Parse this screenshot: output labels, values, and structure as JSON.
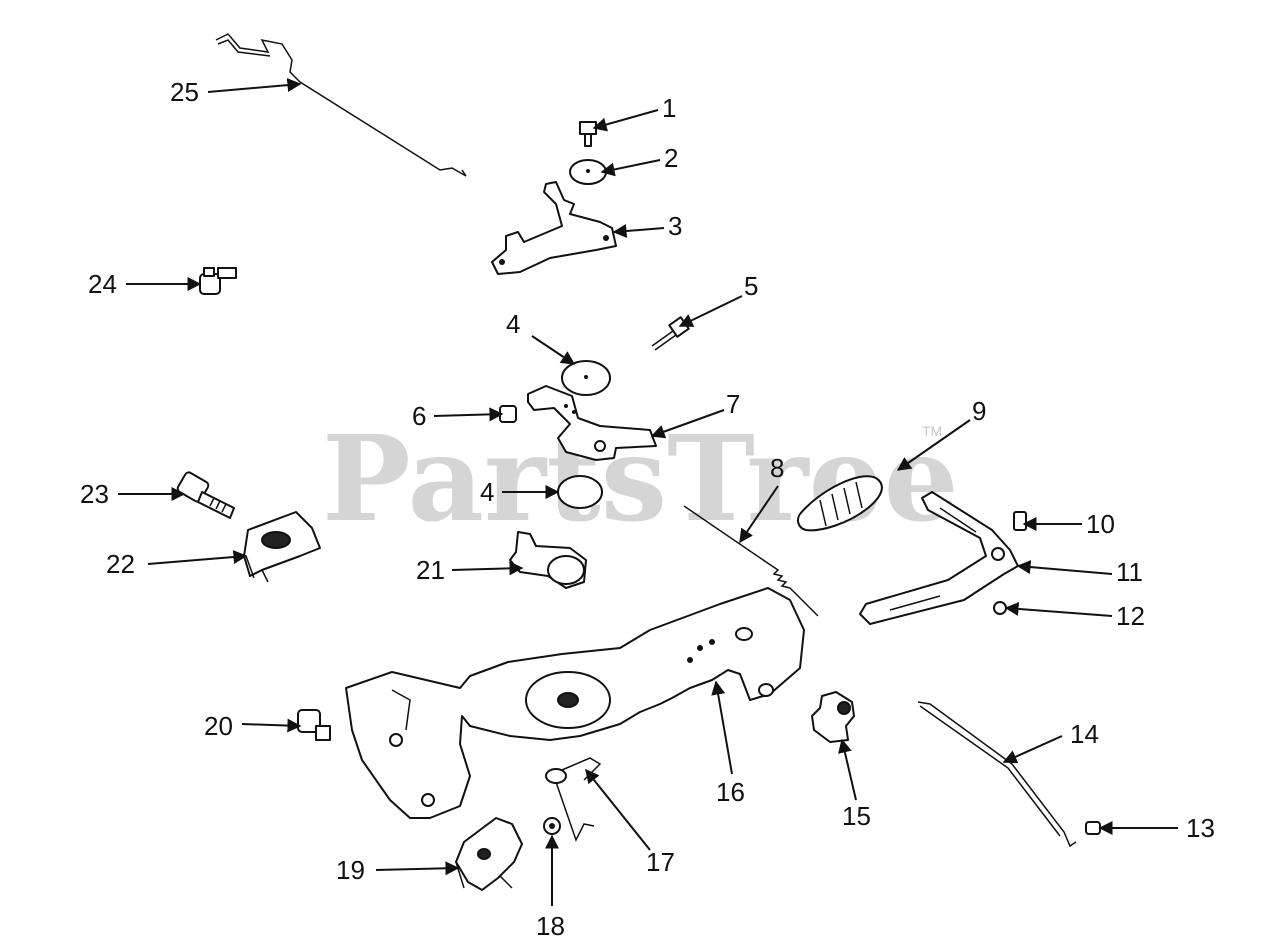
{
  "watermark": {
    "text": "PartsTree",
    "tm": "TM"
  },
  "callouts": [
    {
      "id": "c1",
      "label": "1"
    },
    {
      "id": "c2",
      "label": "2"
    },
    {
      "id": "c3",
      "label": "3"
    },
    {
      "id": "c4a",
      "label": "4"
    },
    {
      "id": "c4b",
      "label": "4"
    },
    {
      "id": "c5",
      "label": "5"
    },
    {
      "id": "c6",
      "label": "6"
    },
    {
      "id": "c7",
      "label": "7"
    },
    {
      "id": "c8",
      "label": "8"
    },
    {
      "id": "c9",
      "label": "9"
    },
    {
      "id": "c10",
      "label": "10"
    },
    {
      "id": "c11",
      "label": "11"
    },
    {
      "id": "c12",
      "label": "12"
    },
    {
      "id": "c13",
      "label": "13"
    },
    {
      "id": "c14",
      "label": "14"
    },
    {
      "id": "c15",
      "label": "15"
    },
    {
      "id": "c16",
      "label": "16"
    },
    {
      "id": "c17",
      "label": "17"
    },
    {
      "id": "c18",
      "label": "18"
    },
    {
      "id": "c19",
      "label": "19"
    },
    {
      "id": "c20",
      "label": "20"
    },
    {
      "id": "c21",
      "label": "21"
    },
    {
      "id": "c22",
      "label": "22"
    },
    {
      "id": "c23",
      "label": "23"
    },
    {
      "id": "c24",
      "label": "24"
    },
    {
      "id": "c25",
      "label": "25"
    }
  ],
  "colors": {
    "ink": "#111111",
    "watermark": "#c8c8c8",
    "background": "#ffffff"
  }
}
